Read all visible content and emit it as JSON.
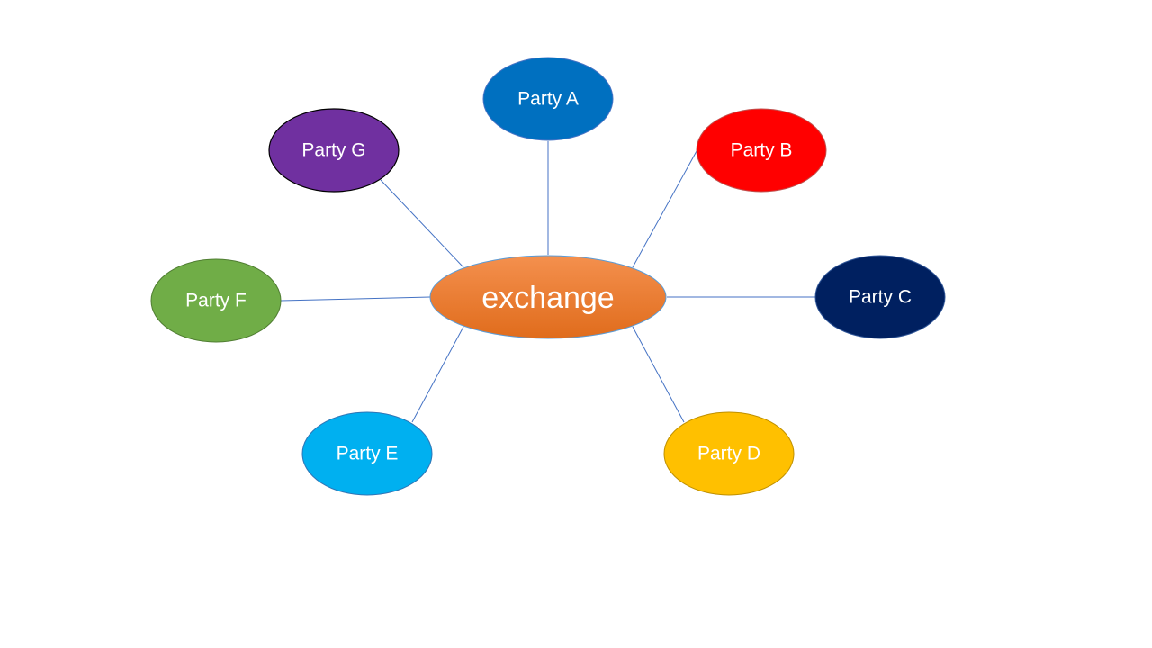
{
  "hub": {
    "label": "exchange",
    "color": "#ED7D31",
    "color_top": "#F4904E",
    "color_bottom": "#E06C1C",
    "border": "#5B9BD5"
  },
  "parties": [
    {
      "id": "a",
      "label": "Party A",
      "color": "#0070C0",
      "border": "#4472C4"
    },
    {
      "id": "b",
      "label": "Party B",
      "color": "#FF0000",
      "border": "#C0504D"
    },
    {
      "id": "c",
      "label": "Party C",
      "color": "#002060",
      "border": "#2F5597"
    },
    {
      "id": "d",
      "label": "Party D",
      "color": "#FFC000",
      "border": "#BF9000"
    },
    {
      "id": "e",
      "label": "Party E",
      "color": "#00B0F0",
      "border": "#2E75B6"
    },
    {
      "id": "f",
      "label": "Party F",
      "color": "#70AD47",
      "border": "#507E32"
    },
    {
      "id": "g",
      "label": "Party G",
      "color": "#7030A0",
      "border": "#000000"
    }
  ],
  "connector_color": "#4472C4"
}
